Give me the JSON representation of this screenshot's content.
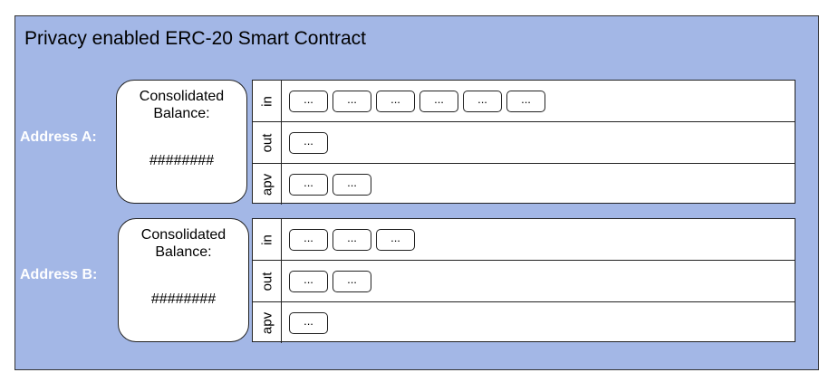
{
  "title": "Privacy enabled ERC-20 Smart Contract",
  "colors": {
    "container_fill": "#a3b7e6",
    "address_label": "#ffffff",
    "stroke": "#222222"
  },
  "addresses": [
    {
      "label": "Address A:",
      "balance_label": "Consolidated\nBalance:",
      "balance_value": "########",
      "rows": [
        {
          "label": "in",
          "chips": [
            "...",
            "...",
            "...",
            "...",
            "...",
            "..."
          ]
        },
        {
          "label": "out",
          "chips": [
            "..."
          ]
        },
        {
          "label": "apv",
          "chips": [
            "...",
            "..."
          ]
        }
      ]
    },
    {
      "label": "Address B:",
      "balance_label": "Consolidated\nBalance:",
      "balance_value": "########",
      "rows": [
        {
          "label": "in",
          "chips": [
            "...",
            "...",
            "..."
          ]
        },
        {
          "label": "out",
          "chips": [
            "...",
            "..."
          ]
        },
        {
          "label": "apv",
          "chips": [
            "..."
          ]
        }
      ]
    }
  ]
}
